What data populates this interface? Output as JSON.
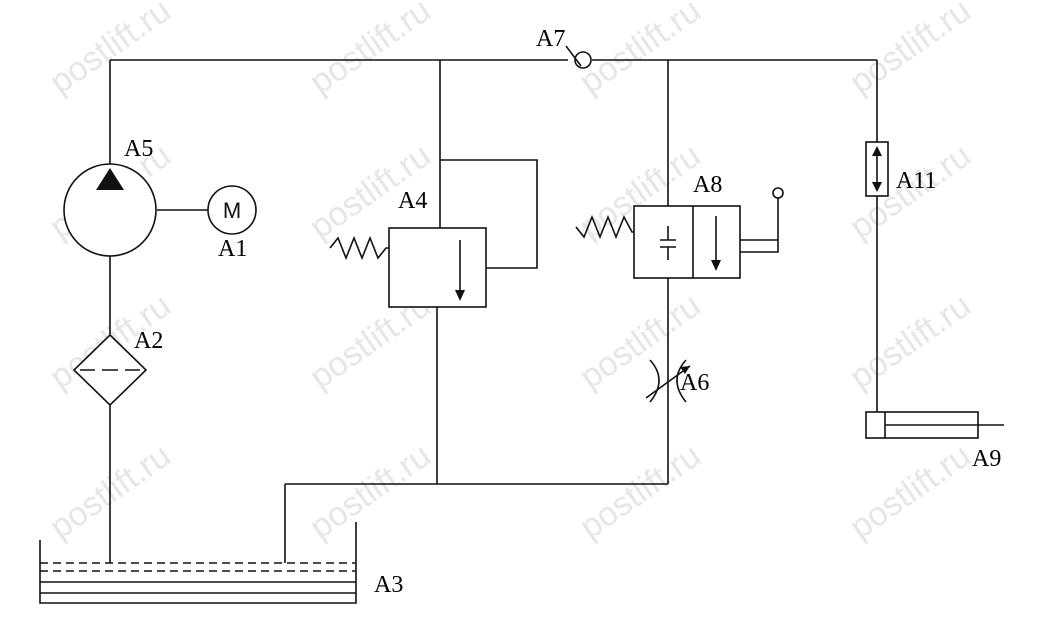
{
  "watermark": "postlift.ru",
  "labels": {
    "a1": "A1",
    "a2": "A2",
    "a3": "A3",
    "a4": "A4",
    "a5": "A5",
    "a6": "A6",
    "a7": "A7",
    "a8": "A8",
    "a9": "A9",
    "a11": "A11"
  },
  "motor_symbol": "M"
}
